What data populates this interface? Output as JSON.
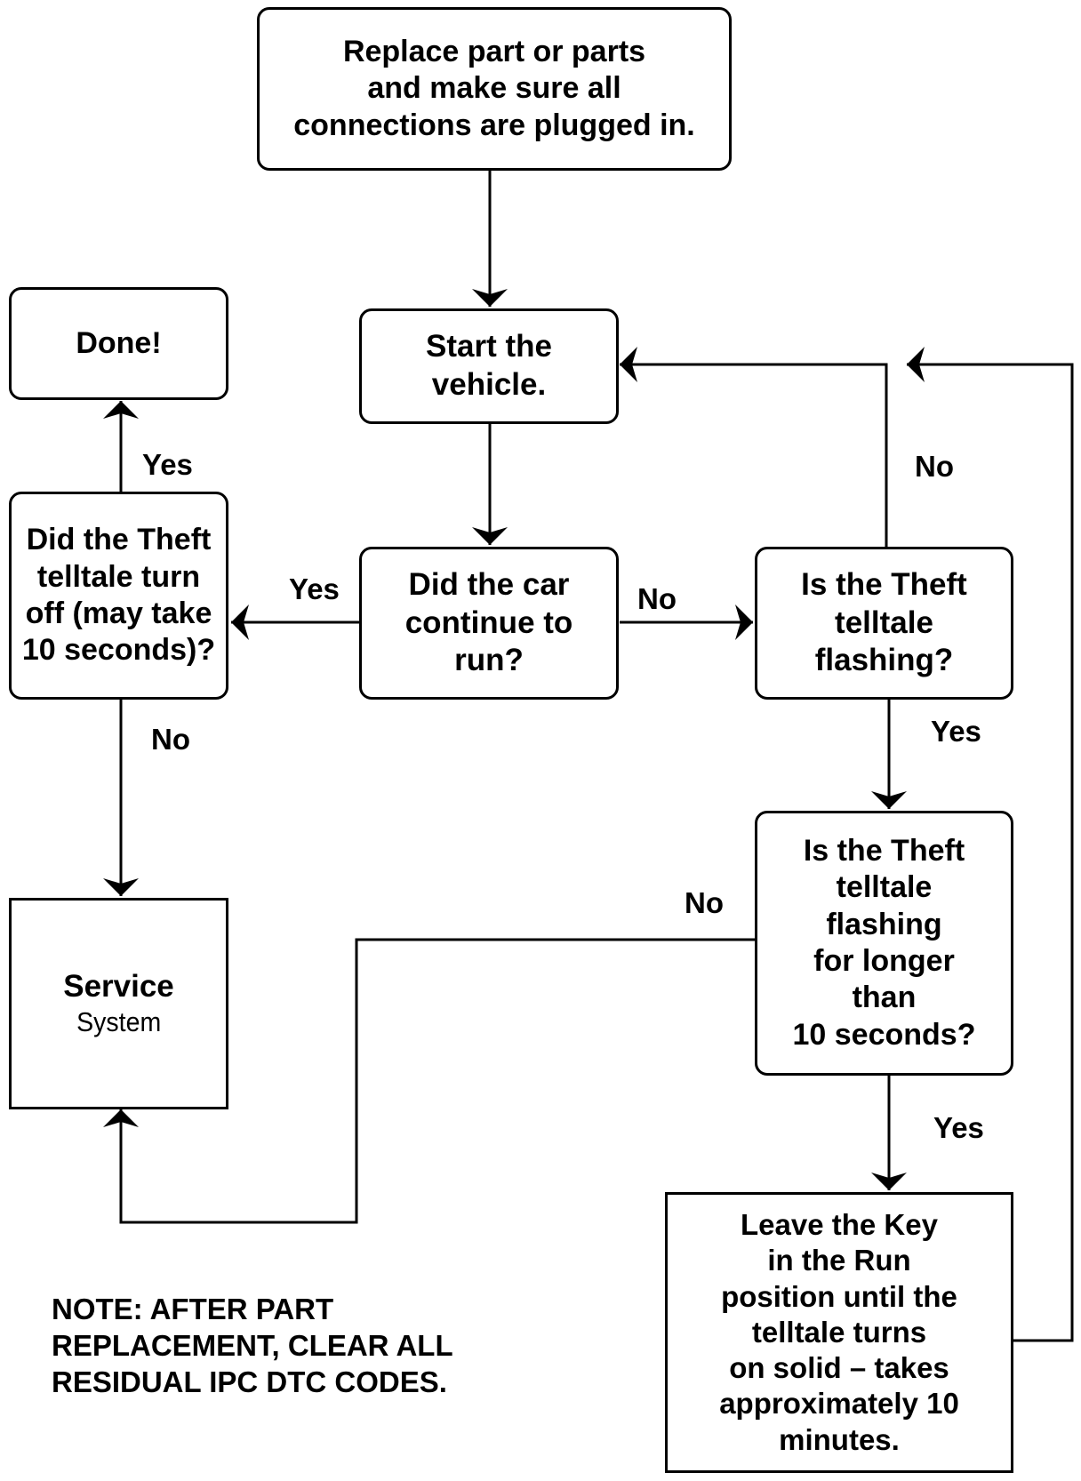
{
  "boxes": {
    "replace": "Replace part or parts\nand make sure all\nconnections are plugged in.",
    "done": "Done!",
    "start": "Start the\nvehicle.",
    "did_continue": "Did the car\ncontinue to\nrun?",
    "theft_off": "Did the Theft\ntelltale turn\noff (may take\n10 seconds)?",
    "flashing": "Is the Theft\ntelltale\nflashing?",
    "flashing_long": "Is the Theft\ntelltale\nflashing\nfor longer\nthan\n10 seconds?",
    "service_title": "Service",
    "service_sub": "System",
    "leave_key": "Leave the Key\nin the Run\nposition until the\ntelltale turns\non solid –  takes\napproximately 10\nminutes."
  },
  "labels": {
    "yes_done": "Yes",
    "yes_left": "Yes",
    "no_service": "No",
    "no_right": "No",
    "no_loop": "No",
    "yes_flash": "Yes",
    "no_long": "No",
    "yes_long": "Yes"
  },
  "note": "NOTE: AFTER PART\nREPLACEMENT, CLEAR ALL\nRESIDUAL IPC DTC CODES."
}
